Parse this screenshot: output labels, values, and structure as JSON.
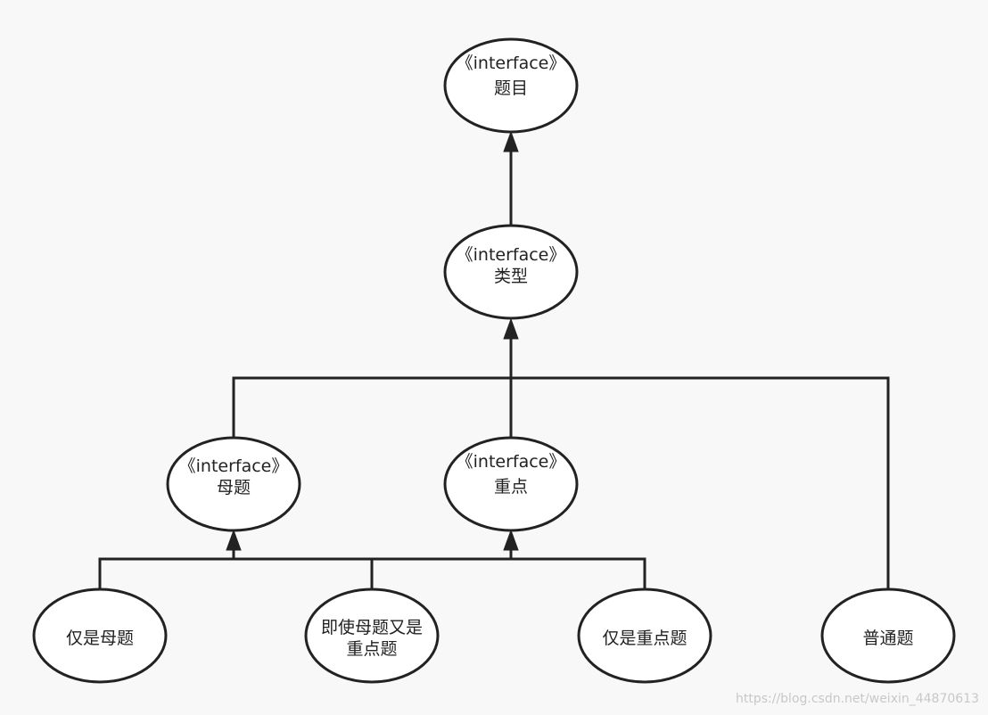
{
  "diagram": {
    "nodes": [
      {
        "id": "topic",
        "stereotype": "《interface》",
        "label": "题目"
      },
      {
        "id": "type",
        "stereotype": "《interface》",
        "label": "类型"
      },
      {
        "id": "parent",
        "stereotype": "《interface》",
        "label": "母题"
      },
      {
        "id": "key",
        "stereotype": "《interface》",
        "label": "重点"
      },
      {
        "id": "only-parent",
        "label": "仅是母题"
      },
      {
        "id": "both",
        "label": "即使母题又是",
        "label2": "重点题"
      },
      {
        "id": "only-key",
        "label": "仅是重点题"
      },
      {
        "id": "normal",
        "label": "普通题"
      }
    ],
    "edges": [
      {
        "from": "type",
        "to": "topic",
        "kind": "inheritance"
      },
      {
        "from": "parent",
        "to": "type",
        "kind": "inheritance"
      },
      {
        "from": "key",
        "to": "type",
        "kind": "inheritance"
      },
      {
        "from": "normal",
        "to": "type",
        "kind": "inheritance"
      },
      {
        "from": "only-parent",
        "to": "parent",
        "kind": "inheritance"
      },
      {
        "from": "both",
        "to": "parent",
        "kind": "inheritance"
      },
      {
        "from": "both",
        "to": "key",
        "kind": "inheritance"
      },
      {
        "from": "only-key",
        "to": "key",
        "kind": "inheritance"
      }
    ]
  },
  "watermark": "https://blog.csdn.net/weixin_44870613",
  "colors": {
    "stroke": "#222222",
    "fill": "#ffffff",
    "background": "#f8f8f8",
    "watermark": "#c8c8c8"
  }
}
